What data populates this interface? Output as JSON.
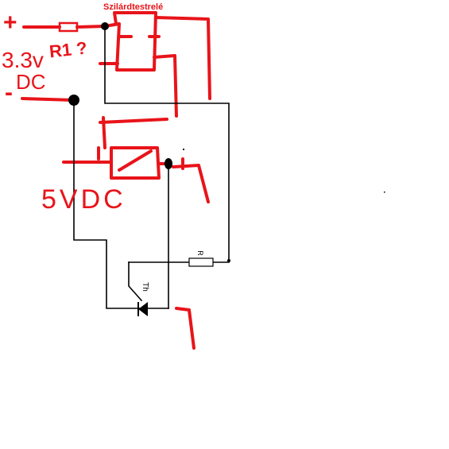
{
  "diagram": {
    "relay_title": "Szilárdtestrelé",
    "plus_sign": "+",
    "minus_sign": "-",
    "voltage_33": "3.3v",
    "dc_33": "DC",
    "r1_label": "R1 ?",
    "voltage_5": "5VDC",
    "resistor_label": "R",
    "thyristor_label": "Th",
    "colors": {
      "sketch": "#e8141a",
      "wire": "#000000"
    }
  }
}
